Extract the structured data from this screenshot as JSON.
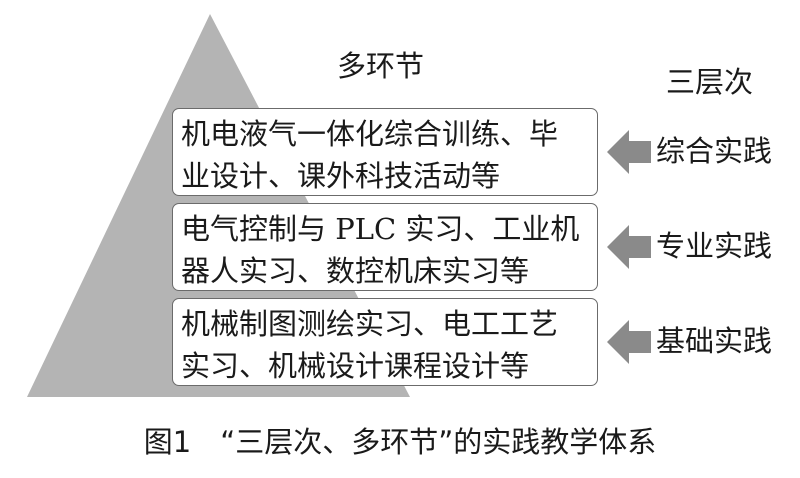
{
  "diagram": {
    "top_label": "多环节",
    "right_label": "三层次",
    "layers": [
      {
        "lines": [
          "机电液气一体化综合训练、毕",
          "业设计、课外科技活动等"
        ],
        "level": "综合实践"
      },
      {
        "lines": [
          "电气控制与 PLC 实习、工业机",
          "器人实习、数控机床实习等"
        ],
        "level": "专业实践"
      },
      {
        "lines": [
          "机械制图测绘实习、电工工艺",
          "实习、机械设计课程设计等"
        ],
        "level": "基础实践"
      }
    ],
    "caption": "图1　“三层次、多环节”的实践教学体系",
    "colors": {
      "pyramid": "#b4b4b4",
      "arrow": "#8a8a8a",
      "box_border": "#6b6b6b"
    }
  }
}
